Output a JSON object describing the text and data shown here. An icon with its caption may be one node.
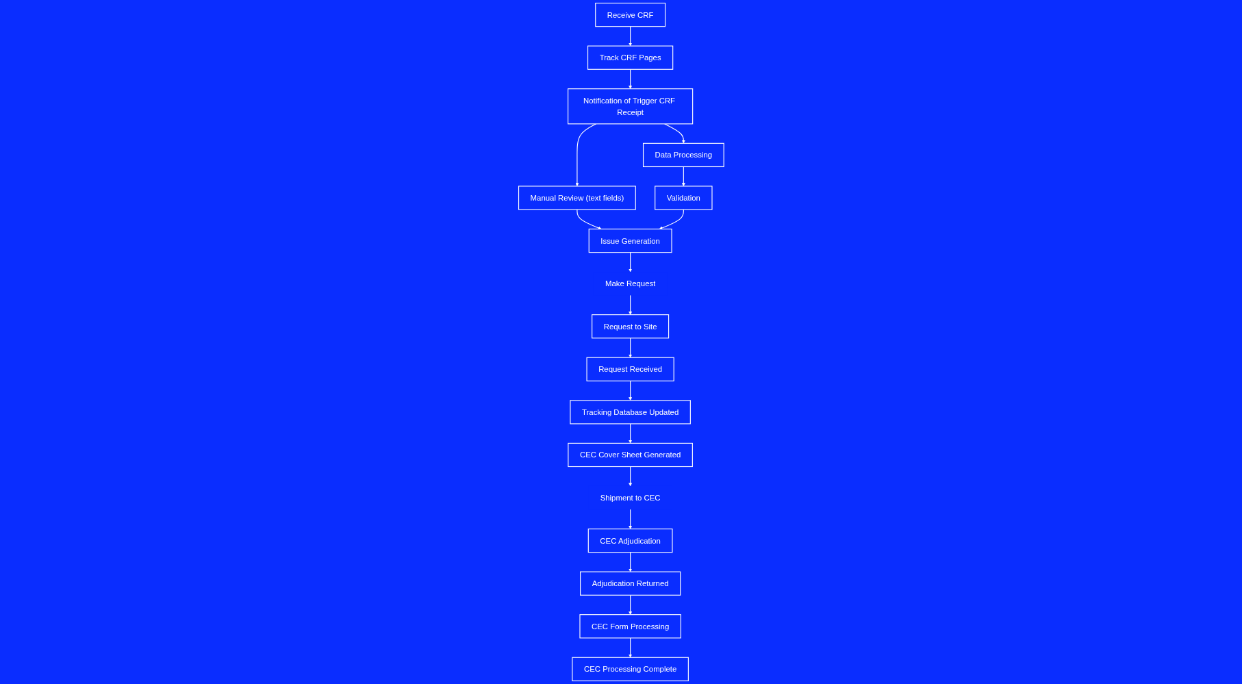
{
  "diagram": {
    "nodes": [
      {
        "text": [
          "Receive CRF"
        ]
      },
      {
        "text": [
          "Track CRF Pages"
        ]
      },
      {
        "text": [
          "Notification of Trigger CRF Receipt"
        ]
      },
      {
        "text": [
          "Manual Review (text fields)"
        ]
      },
      {
        "text": [
          "Data Processing"
        ]
      },
      {
        "text": [
          "Validation"
        ]
      },
      {
        "text": [
          "Issue Generation"
        ]
      },
      {
        "text": [
          "Make Request"
        ]
      },
      {
        "text": [
          "Adjudication Returned"
        ]
      },
      {
        "text": [
          "CEC Adjudication"
        ]
      },
      {
        "text": [
          "Shipment to CEC"
        ]
      },
      {
        "text": [
          "CEC Cover Sheet Generated"
        ]
      },
      {
        "text": [
          "Request to Site"
        ]
      },
      {
        "text": [
          "CEC Form Processing"
        ]
      },
      {
        "text": [
          "CEC Processing Complete"
        ]
      },
      {
        "text": [
          "Tracking Database Updated"
        ]
      },
      {
        "text": [
          "Request Received"
        ]
      }
    ],
    "edges": [
      {
        "from": 0,
        "to": 1,
        "arrow": "to"
      },
      {
        "from": 1,
        "to": 2,
        "arrow": "to"
      },
      {
        "from": 2,
        "to": 3,
        "arrow": "to"
      },
      {
        "from": 2,
        "to": 4,
        "arrow": "to"
      },
      {
        "from": 3,
        "to": 6,
        "arrow": "to"
      },
      {
        "from": 4,
        "to": 5,
        "arrow": "to"
      },
      {
        "from": 5,
        "to": 6,
        "arrow": "to"
      },
      {
        "from": 6,
        "to": 7,
        "arrow": "to"
      },
      {
        "from": 7,
        "to": 12,
        "arrow": "to"
      },
      {
        "from": 12,
        "to": 16,
        "arrow": "to"
      },
      {
        "from": 16,
        "to": 15,
        "arrow": "to"
      },
      {
        "from": 15,
        "to": 11,
        "arrow": "to"
      },
      {
        "from": 11,
        "to": 10,
        "arrow": "to"
      },
      {
        "from": 10,
        "to": 9,
        "arrow": "to"
      },
      {
        "from": 9,
        "to": 8,
        "arrow": "to"
      },
      {
        "from": 8,
        "to": 13,
        "arrow": "to"
      },
      {
        "from": 13,
        "to": 14,
        "arrow": "to"
      }
    ]
  }
}
